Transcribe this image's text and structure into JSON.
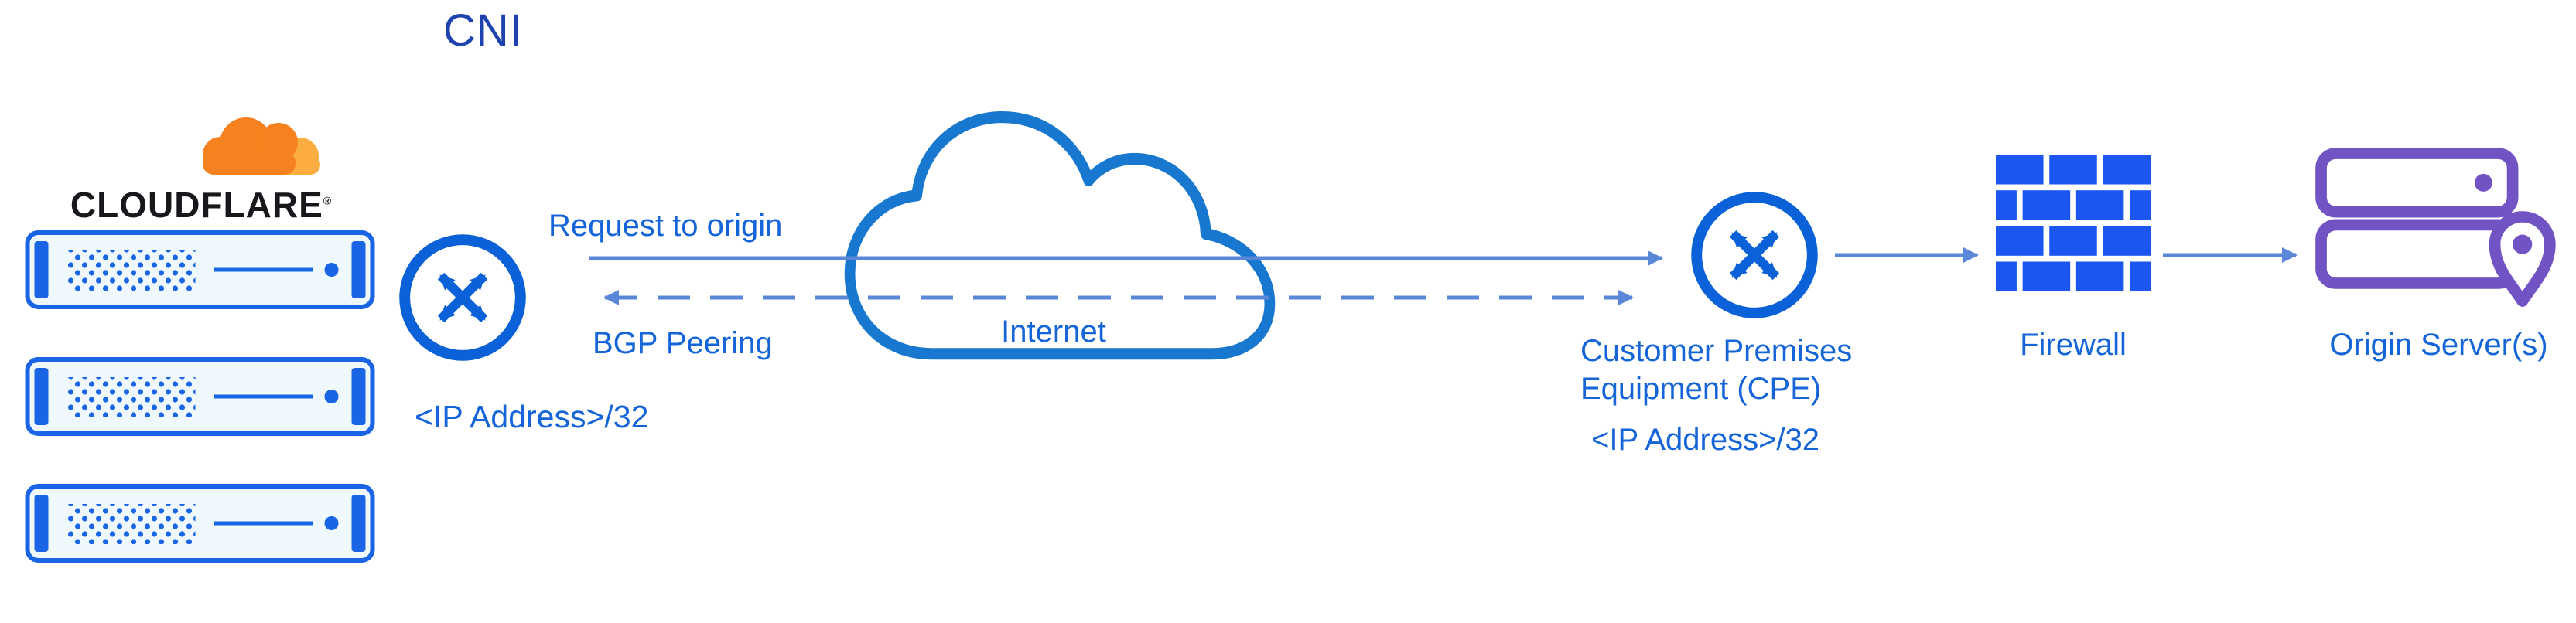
{
  "title": "CNI",
  "logo": {
    "wordmark": "CLOUDFLARE",
    "registered": "®"
  },
  "connections": {
    "request_label": "Request to origin",
    "bgp_label": "BGP Peering"
  },
  "internet": {
    "label": "Internet"
  },
  "cf_router": {
    "ip_label": "<IP Address>/32"
  },
  "cpe": {
    "name_line1": "Customer Premises",
    "name_line2": "Equipment (CPE)",
    "ip_label": "<IP Address>/32"
  },
  "firewall": {
    "label": "Firewall"
  },
  "origin": {
    "label": "Origin Server(s)"
  },
  "colors": {
    "label_blue": "#1565d8",
    "title_blue": "#1e43ae",
    "icon_blue": "#0b61d8",
    "line_blue": "#5a87d8",
    "cloud_blue": "#1878cf",
    "firewall_blue": "#1c56f0",
    "server_blue": "#1a64e6",
    "origin_purple": "#7253c4",
    "cf_orange": "#f6821f",
    "cf_orange_light": "#fbad41"
  },
  "icons": {
    "cloudflare_logo": "cloudflare-cloud-logo",
    "server_rack": "server-rack",
    "cf_router": "router-crossed-arrows",
    "cpe_router": "router-crossed-arrows",
    "internet_cloud": "cloud",
    "firewall": "brick-wall",
    "origin_server": "server-with-location-pin"
  }
}
